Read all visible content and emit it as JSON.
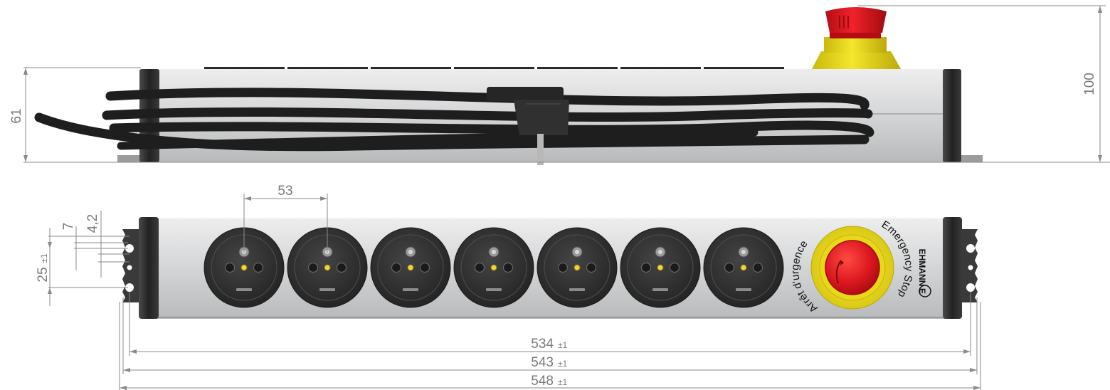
{
  "dimensions": {
    "height_side": "61",
    "height_total": "100",
    "socket_pitch": "53",
    "hole_offset": "7",
    "hole_diameter": "4,2",
    "mount_spacing": "25",
    "mount_spacing_tol": "±1",
    "width_inner": "534",
    "width_inner_tol": "±1",
    "width_mid": "543",
    "width_mid_tol": "±1",
    "width_outer": "548",
    "width_outer_tol": "±1"
  },
  "estop": {
    "label_left": "Arrêt d'urgence",
    "label_right": "Emergency Stop"
  },
  "brand": {
    "name": "EHMANN",
    "logo_letter": "E"
  },
  "sockets": {
    "count": 7
  },
  "colors": {
    "housing": "#d9dadb",
    "end_cap": "#2c2c2c",
    "socket": "#2e2e2e",
    "estop_red": "#d9141b",
    "estop_yellow": "#f0e01c",
    "cable": "#1f1f1f"
  }
}
